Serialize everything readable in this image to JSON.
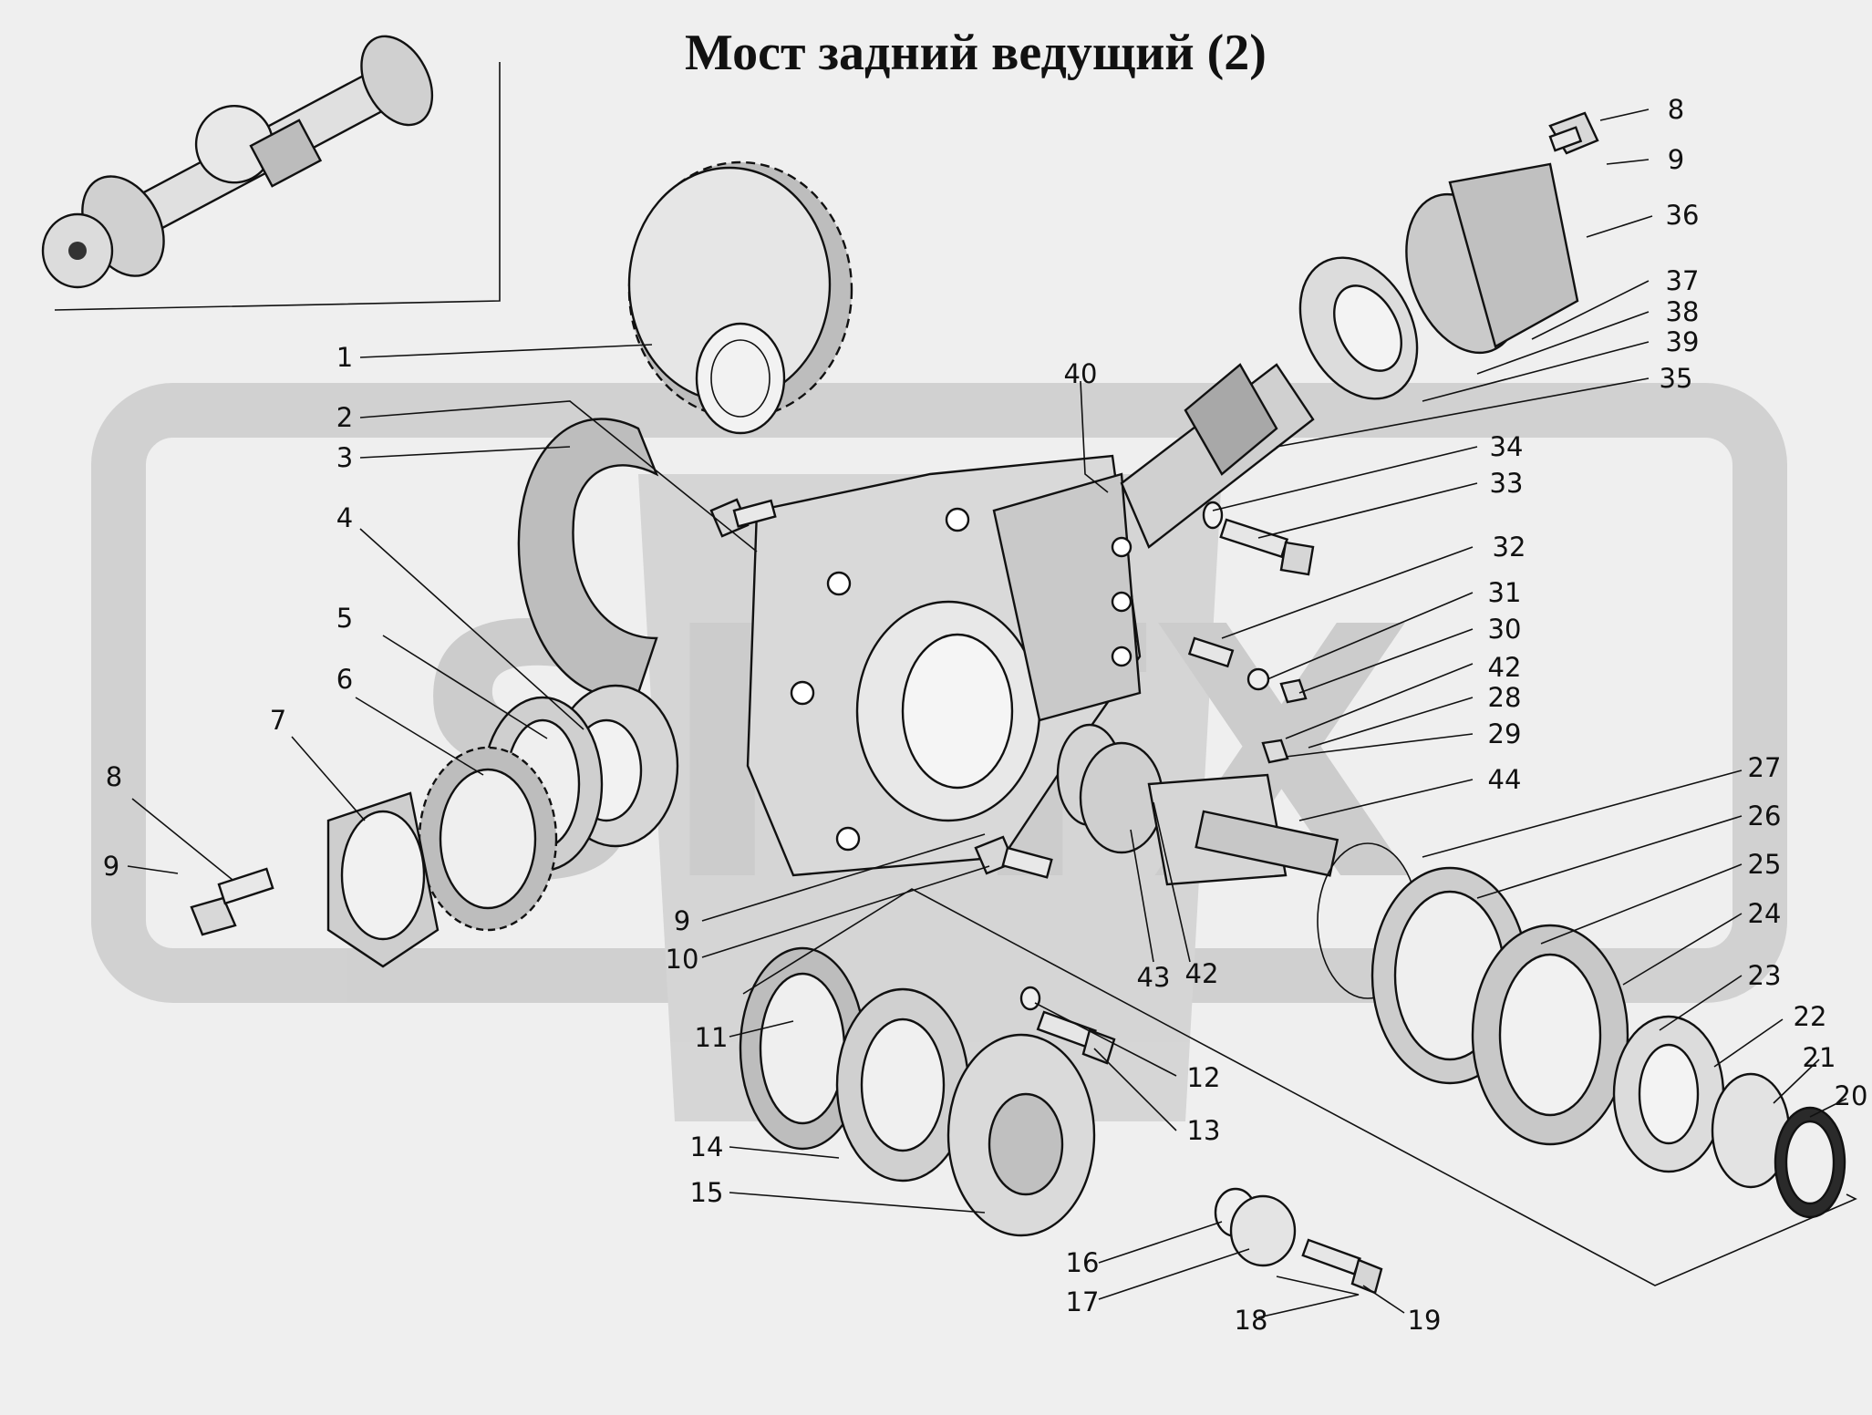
{
  "page": {
    "title": "Мост задний ведущий (2)",
    "watermark": "SPTX"
  },
  "colors": {
    "background": "#efefef",
    "watermark": "#c9c9c9",
    "ink": "#111111",
    "part_fill": "#e4e4e4",
    "part_shade": "#b8b8b8"
  },
  "callouts": {
    "c1": "1",
    "c2": "2",
    "c3": "3",
    "c4": "4",
    "c5": "5",
    "c6": "6",
    "c7": "7",
    "c8a": "8",
    "c9a": "9",
    "c8b": "8",
    "c9b": "9",
    "c9c": "9",
    "c10": "10",
    "c11": "11",
    "c12": "12",
    "c13": "13",
    "c14": "14",
    "c15": "15",
    "c16": "16",
    "c17": "17",
    "c18": "18",
    "c19": "19",
    "c20": "20",
    "c21": "21",
    "c22": "22",
    "c23": "23",
    "c24": "24",
    "c25": "25",
    "c26": "26",
    "c27": "27",
    "c28": "28",
    "c29": "29",
    "c30": "30",
    "c31": "31",
    "c32": "32",
    "c33": "33",
    "c34": "34",
    "c35": "35",
    "c36": "36",
    "c37": "37",
    "c38": "38",
    "c39": "39",
    "c40": "40",
    "c42a": "42",
    "c42b": "42",
    "c43": "43",
    "c44": "44"
  }
}
